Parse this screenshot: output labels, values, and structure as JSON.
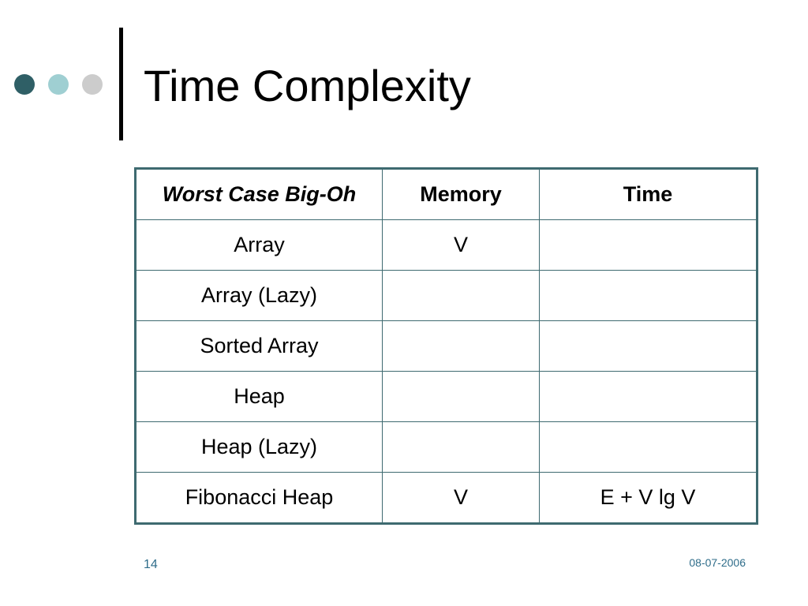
{
  "slide": {
    "title": "Time Complexity",
    "page_number": "14",
    "date": "08-07-2006"
  },
  "decorations": {
    "dot_colors": [
      "#2f5f66",
      "#9fcfd2",
      "#cccccc"
    ],
    "table_border_color": "#3e6a70",
    "footer_color": "#2f6d8a"
  },
  "table": {
    "headers": [
      "Worst Case Big-Oh",
      "Memory",
      "Time"
    ],
    "rows": [
      [
        "Array",
        "V",
        ""
      ],
      [
        "Array (Lazy)",
        "",
        ""
      ],
      [
        "Sorted Array",
        "",
        ""
      ],
      [
        "Heap",
        "",
        ""
      ],
      [
        "Heap (Lazy)",
        "",
        ""
      ],
      [
        "Fibonacci Heap",
        "V",
        "E + V lg V"
      ]
    ]
  }
}
